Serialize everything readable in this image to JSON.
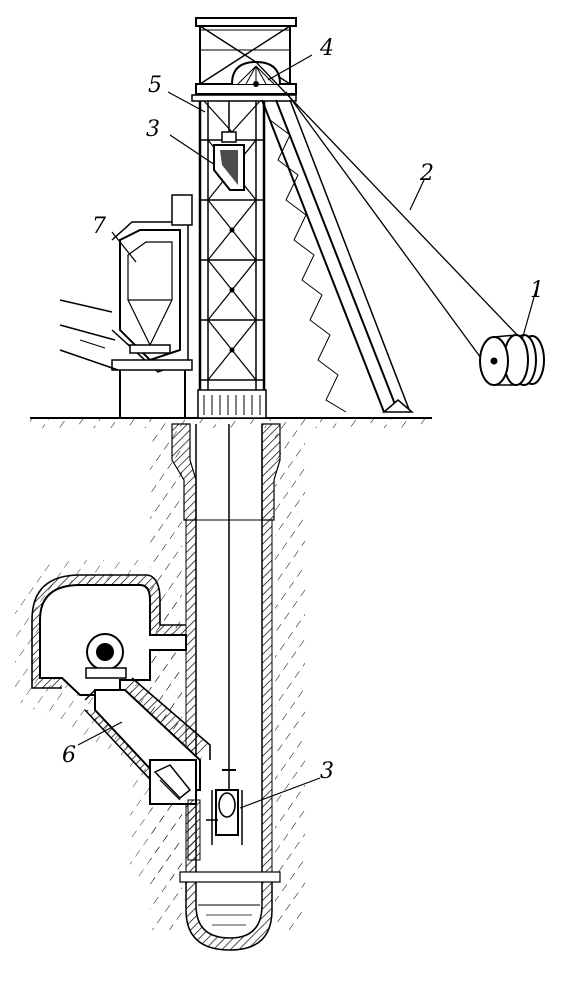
{
  "labels": {
    "l1": "1",
    "l2": "2",
    "l3_top": "3",
    "l3_bottom": "3",
    "l4": "4",
    "l5": "5",
    "l6": "6",
    "l7": "7"
  },
  "colors": {
    "ink": "#000000",
    "paper": "#ffffff"
  }
}
